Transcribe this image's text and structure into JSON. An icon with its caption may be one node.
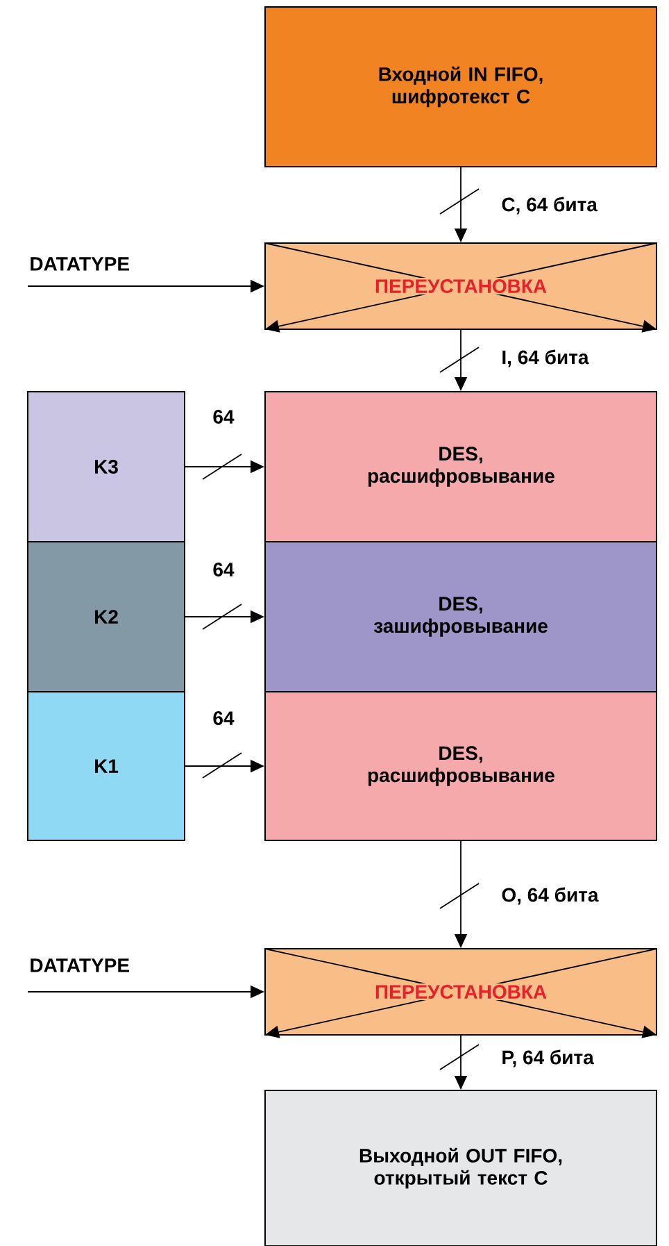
{
  "diagram": {
    "nodes": [
      {
        "text": [
          "Входной IN FIFO, шифротекст C"
        ]
      },
      {
        "text": [
          "DATATYPE"
        ]
      },
      {
        "text": [
          "ПЕРЕУСТАНОВКА"
        ]
      },
      {
        "text": [
          "K3"
        ]
      },
      {
        "text": [
          "DES, расшифровывание"
        ]
      },
      {
        "text": [
          "K2"
        ]
      },
      {
        "text": [
          "DES, зашифровывание"
        ]
      },
      {
        "text": [
          "K1"
        ]
      },
      {
        "text": [
          "DES, расшифровывание"
        ]
      },
      {
        "text": [
          "DATATYPE"
        ]
      },
      {
        "text": [
          "ПЕРЕУСТАНОВКА"
        ]
      },
      {
        "text": [
          "Выходной OUT FIFO, открытый текст C"
        ]
      }
    ],
    "edges": [
      {
        "from": 0,
        "to": 2,
        "arrow": "to",
        "label": "C, 64 бита"
      },
      {
        "from": 1,
        "to": 2,
        "arrow": "to"
      },
      {
        "from": 2,
        "to": 4,
        "arrow": "to",
        "label": "I, 64 бита"
      },
      {
        "from": 3,
        "to": 4,
        "arrow": "to",
        "label": "64"
      },
      {
        "from": 5,
        "to": 6,
        "arrow": "to",
        "label": "64"
      },
      {
        "from": 7,
        "to": 8,
        "arrow": "to",
        "label": "64"
      },
      {
        "from": 8,
        "to": 10,
        "arrow": "to",
        "label": "O, 64 бита"
      },
      {
        "from": 9,
        "to": 10,
        "arrow": "to"
      },
      {
        "from": 10,
        "to": 11,
        "arrow": "to",
        "label": "P, 64 бита"
      }
    ]
  }
}
